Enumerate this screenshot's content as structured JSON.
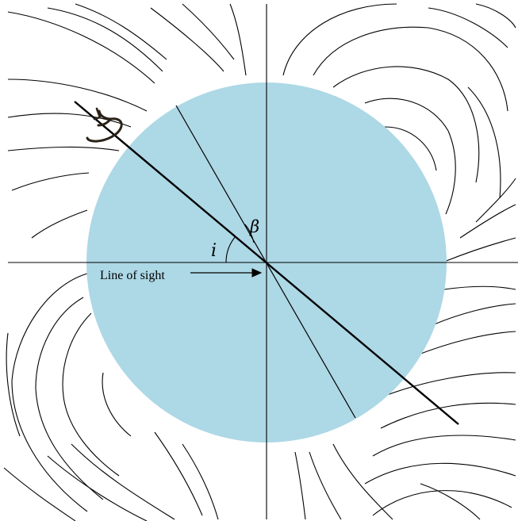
{
  "diagram": {
    "labels": {
      "inclination": "i",
      "obliquity": "β",
      "line_of_sight": "Line of sight"
    },
    "colors": {
      "star": "#ADD8E6",
      "field_lines": "#000000",
      "axes": "#000000",
      "rotation_arrow": "#2a2216"
    },
    "icons": {
      "rotation": "curved-rotation-arrow-icon",
      "sight_arrow": "right-arrow-icon"
    }
  }
}
